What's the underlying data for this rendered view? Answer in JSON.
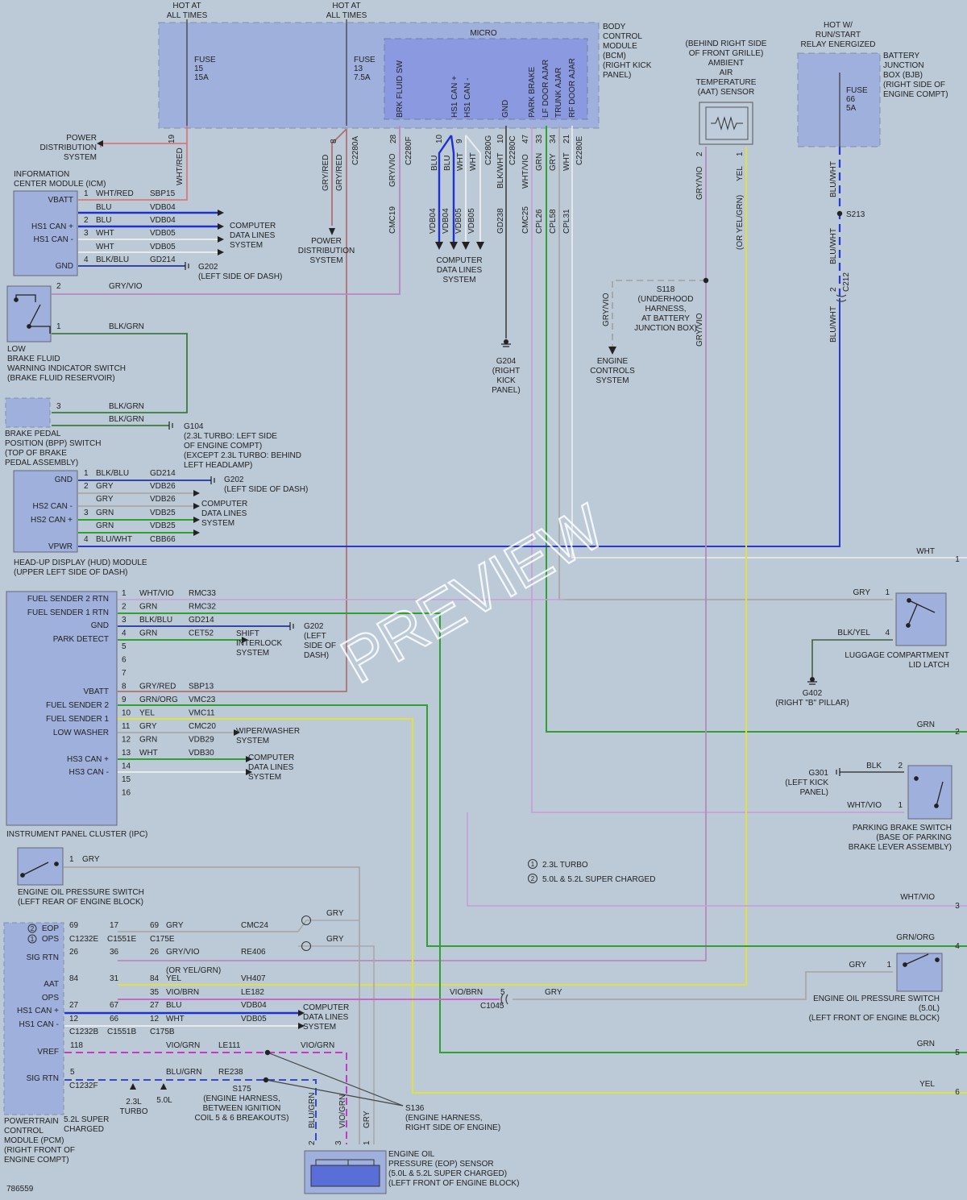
{
  "diagram": {
    "doc_number": "786559",
    "watermark": "PREVIEW",
    "top": {
      "hot_fuse15": [
        "HOT AT",
        "ALL TIMES"
      ],
      "hot_fuse13": [
        "HOT AT",
        "ALL TIMES"
      ],
      "hot_run": [
        "HOT W/",
        "RUN/START",
        "RELAY ENERGIZED"
      ]
    },
    "bcm": {
      "label": [
        "BODY",
        "CONTROL",
        "MODULE",
        "(BCM)",
        "(RIGHT KICK",
        "PANEL)"
      ],
      "micro": "MICRO",
      "fuse15": [
        "FUSE",
        "15",
        "15A"
      ],
      "fuse13": [
        "FUSE",
        "13",
        "7.5A"
      ],
      "pin_labels": [
        "BRK FLUID SW",
        "HS1 CAN +",
        "HS1 CAN -",
        "GND",
        "PARK BRAKE",
        "LF DOOR AJAR",
        "TRUNK AJAR",
        "RF DOOR AJAR"
      ],
      "pin_numbers": [
        "19",
        "8",
        "28",
        "10",
        "9",
        "10",
        "47",
        "33",
        "34",
        "21"
      ],
      "connectors": [
        "C2280A",
        "C2280F",
        "C2280G",
        "C2280C",
        "C2280E"
      ],
      "wires": [
        "WHT/RED",
        "GRY/RED",
        "GRY/RED",
        "GRY/VIO",
        "BLU",
        "BLU",
        "WHT",
        "WHT",
        "BLK/WHT",
        "WHT/VIO",
        "GRN",
        "GRY",
        "WHT"
      ],
      "circuits": [
        "CMC19",
        "VDB04",
        "VDB04",
        "VDB05",
        "VDB05",
        "GD238",
        "CMC25",
        "CPL26",
        "CPL58",
        "CPL31"
      ]
    },
    "bjb": {
      "label": [
        "BATTERY",
        "JUNCTION",
        "BOX (BJB)",
        "(RIGHT SIDE OF",
        "ENGINE COMPT)"
      ],
      "fuse": [
        "FUSE",
        "66",
        "5A"
      ],
      "wire": "BLU/WHT",
      "splice": "S213",
      "pin": "2",
      "conn": "C212"
    },
    "aat": {
      "label": [
        "(BEHIND RIGHT SIDE",
        "OF FRONT GRILLE)",
        "AMBIENT",
        "AIR",
        "TEMPERATURE",
        "(AAT) SENSOR"
      ],
      "wire_gryvio": "GRY/VIO",
      "wire_yel": "YEL",
      "wire_alt": "(OR YEL/GRN)",
      "pins": [
        "2",
        "1"
      ]
    },
    "s118": {
      "label": [
        "S118",
        "(UNDERHOOD",
        "HARNESS,",
        "AT BATTERY",
        "JUNCTION BOX)"
      ],
      "wire_left": "GRY/VIO",
      "wire_down": "GRY/VIO"
    },
    "engine_controls": [
      "ENGINE",
      "CONTROLS",
      "SYSTEM"
    ],
    "g204": [
      "G204",
      "(RIGHT",
      "KICK",
      "PANEL)"
    ],
    "pwr_dist_1": [
      "POWER",
      "DISTRIBUTION",
      "SYSTEM"
    ],
    "pwr_dist_2": [
      "POWER",
      "DISTRIBUTION",
      "SYSTEM"
    ],
    "cdl_bcm": [
      "COMPUTER",
      "DATA LINES",
      "SYSTEM"
    ],
    "icm": {
      "label": [
        "INFORMATION",
        "CENTER MODULE (ICM)"
      ],
      "pins": [
        "VBATT",
        "HS1 CAN +",
        "HS1 CAN -",
        "GND"
      ],
      "rows": [
        {
          "n": "1",
          "w": "WHT/RED",
          "c": "SBP15"
        },
        {
          "n": "",
          "w": "BLU",
          "c": "VDB04"
        },
        {
          "n": "2",
          "w": "BLU",
          "c": "VDB04"
        },
        {
          "n": "3",
          "w": "WHT",
          "c": "VDB05"
        },
        {
          "n": "",
          "w": "WHT",
          "c": "VDB05"
        },
        {
          "n": "4",
          "w": "BLK/BLU",
          "c": "GD214"
        }
      ],
      "cdl": [
        "COMPUTER",
        "DATA LINES",
        "SYSTEM"
      ],
      "gnd": [
        "G202",
        "(LEFT SIDE OF DASH)"
      ]
    },
    "lbf": {
      "label": [
        "LOW",
        "BRAKE FLUID",
        "WARNING INDICATOR SWITCH",
        "(BRAKE FLUID RESERVOIR)"
      ],
      "pins": [
        "2",
        "1"
      ],
      "wires": [
        "GRY/VIO",
        "BLK/GRN"
      ]
    },
    "bpp": {
      "label": [
        "BRAKE PEDAL",
        "POSITION (BPP) SWITCH",
        "(TOP OF BRAKE",
        "PEDAL ASSEMBLY)"
      ],
      "pin": "3",
      "wires": [
        "BLK/GRN",
        "BLK/GRN"
      ],
      "gnd": [
        "G104",
        "(2.3L TURBO: LEFT SIDE",
        "OF ENGINE COMPT)",
        "(EXCEPT 2.3L TURBO: BEHIND",
        "LEFT HEADLAMP)"
      ]
    },
    "hud": {
      "label": [
        "HEAD-UP DISPLAY (HUD) MODULE",
        "(UPPER LEFT SIDE OF DASH)"
      ],
      "pins": [
        "GND",
        "HS2 CAN -",
        "HS2 CAN +",
        "VPWR"
      ],
      "rows": [
        {
          "n": "1",
          "w": "BLK/BLU",
          "c": "GD214"
        },
        {
          "n": "2",
          "w": "GRY",
          "c": "VDB26"
        },
        {
          "n": "",
          "w": "GRY",
          "c": "VDB26"
        },
        {
          "n": "3",
          "w": "GRN",
          "c": "VDB25"
        },
        {
          "n": "",
          "w": "GRN",
          "c": "VDB25"
        },
        {
          "n": "4",
          "w": "BLU/WHT",
          "c": "CBB66"
        }
      ],
      "gnd": [
        "G202",
        "(LEFT SIDE OF DASH)"
      ],
      "cdl": [
        "COMPUTER",
        "DATA LINES",
        "SYSTEM"
      ]
    },
    "ipc": {
      "label": "INSTRUMENT PANEL CLUSTER (IPC)",
      "pin_names": [
        "FUEL SENDER 2 RTN",
        "FUEL SENDER 1 RTN",
        "GND",
        "PARK DETECT",
        "VBATT",
        "FUEL SENDER 2",
        "FUEL SENDER 1",
        "LOW WASHER",
        "HS3 CAN +",
        "HS3 CAN -"
      ],
      "rows": [
        {
          "n": "1",
          "w": "WHT/VIO",
          "c": "RMC33"
        },
        {
          "n": "2",
          "w": "GRN",
          "c": "RMC32"
        },
        {
          "n": "3",
          "w": "BLK/BLU",
          "c": "GD214"
        },
        {
          "n": "4",
          "w": "GRN",
          "c": "CET52"
        },
        {
          "n": "5",
          "w": "",
          "c": ""
        },
        {
          "n": "6",
          "w": "",
          "c": ""
        },
        {
          "n": "7",
          "w": "",
          "c": ""
        },
        {
          "n": "8",
          "w": "GRY/RED",
          "c": "SBP13"
        },
        {
          "n": "9",
          "w": "GRN/ORG",
          "c": "VMC23"
        },
        {
          "n": "10",
          "w": "YEL",
          "c": "VMC11"
        },
        {
          "n": "11",
          "w": "GRY",
          "c": "CMC20"
        },
        {
          "n": "12",
          "w": "GRN",
          "c": "VDB29"
        },
        {
          "n": "13",
          "w": "WHT",
          "c": "VDB30"
        },
        {
          "n": "14",
          "w": "",
          "c": ""
        },
        {
          "n": "15",
          "w": "",
          "c": ""
        },
        {
          "n": "16",
          "w": "",
          "c": ""
        }
      ],
      "shift": [
        "SHIFT",
        "INTERLOCK",
        "SYSTEM"
      ],
      "gnd": [
        "G202",
        "(LEFT",
        "SIDE OF",
        "DASH)"
      ],
      "wiper": [
        "WIPER/WASHER",
        "SYSTEM"
      ],
      "cdl": [
        "COMPUTER",
        "DATA LINES",
        "SYSTEM"
      ]
    },
    "luggage": {
      "label": [
        "LUGGAGE COMPARTMENT",
        "LID LATCH"
      ],
      "wires": [
        "GRY",
        "BLK/YEL"
      ],
      "pins": [
        "1",
        "4"
      ],
      "gnd": [
        "G402",
        "(RIGHT \"B\" PILLAR)"
      ]
    },
    "parking": {
      "label": [
        "PARKING BRAKE SWITCH",
        "(BASE OF PARKING",
        "BRAKE LEVER ASSEMBLY)"
      ],
      "wires": [
        "BLK",
        "WHT/VIO"
      ],
      "pins": [
        "2",
        "1"
      ],
      "gnd": [
        "G301",
        "(LEFT KICK",
        "PANEL)"
      ]
    },
    "eops_rear": {
      "label": [
        "ENGINE OIL PRESSURE SWITCH",
        "(LEFT REAR OF ENGINE BLOCK)"
      ],
      "pin": "1",
      "wire": "GRY"
    },
    "legend": [
      {
        "n": "1",
        "t": "2.3L TURBO"
      },
      {
        "n": "2",
        "t": "5.0L & 5.2L SUPER CHARGED"
      }
    ],
    "offpage": [
      {
        "n": "1",
        "w": "WHT"
      },
      {
        "n": "2",
        "w": "GRN"
      },
      {
        "n": "3",
        "w": "WHT/VIO"
      },
      {
        "n": "4",
        "w": "GRN/ORG"
      },
      {
        "n": "5",
        "w": "GRN"
      },
      {
        "n": "6",
        "w": "YEL"
      }
    ],
    "pcm": {
      "label": [
        "POWERTRAIN",
        "CONTROL",
        "MODULE (PCM)",
        "(RIGHT FRONT OF",
        "ENGINE COMPT)"
      ],
      "pin_names": [
        "EOP",
        "OPS",
        "SIG RTN",
        "AAT",
        "OPS",
        "HS1 CAN +",
        "HS1 CAN -",
        "VREF",
        "SIG RTN"
      ],
      "conn_row": [
        "C1232E",
        "C1551E",
        "C175E"
      ],
      "conn_row2": [
        "C1232B",
        "C1551B",
        "C175B"
      ],
      "conn_f": "C1232F",
      "rows": [
        {
          "a": "69",
          "b": "17",
          "c": "69",
          "w": "GRY",
          "ckt": "CMC24"
        },
        {
          "a": "26",
          "b": "36",
          "c": "26",
          "w": "GRY/VIO",
          "ckt": "RE406"
        },
        {
          "a": "84",
          "b": "31",
          "c": "84",
          "w": "YEL",
          "ckt": "VH407"
        },
        {
          "a": "",
          "b": "",
          "c": "35",
          "w": "VIO/BRN",
          "ckt": "LE182"
        },
        {
          "a": "27",
          "b": "67",
          "c": "27",
          "w": "BLU",
          "ckt": "VDB04"
        },
        {
          "a": "12",
          "b": "66",
          "c": "12",
          "w": "WHT",
          "ckt": "VDB05"
        }
      ],
      "alt_wire": "(OR YEL/GRN)",
      "cdl": [
        "COMPUTER",
        "DATA LINES",
        "SYSTEM"
      ],
      "vref": {
        "n": "118",
        "w": "VIO/GRN",
        "c": "LE111",
        "w2": "VIO/GRN"
      },
      "sigrtn": {
        "n": "5",
        "w": "BLU/GRN",
        "c": "RE238"
      },
      "turbo": [
        "2.3L",
        "TURBO"
      ],
      "five": "5.0L",
      "supercharged": [
        "5.2L SUPER",
        "CHARGED"
      ]
    },
    "gry_branch": [
      "GRY",
      "GRY"
    ],
    "c1045": {
      "conn": "C1045",
      "pin": "5",
      "w1": "VIO/BRN",
      "w2": "GRY"
    },
    "eops_front": {
      "label": [
        "ENGINE OIL PRESSURE SWITCH",
        "(5.0L)",
        "(LEFT FRONT OF ENGINE BLOCK)"
      ],
      "pin": "1",
      "wire": "GRY"
    },
    "s175": [
      "S175",
      "(ENGINE HARNESS,",
      "BETWEEN IGNITION",
      "COIL 5 & 6 BREAKOUTS)"
    ],
    "s136": [
      "S136",
      "(ENGINE HARNESS,",
      "RIGHT SIDE OF ENGINE)"
    ],
    "eop_sensor": {
      "label": [
        "ENGINE OIL",
        "PRESSURE (EOP) SENSOR",
        "(5.0L & 5.2L SUPER CHARGED)",
        "(LEFT FRONT OF ENGINE BLOCK)"
      ],
      "wires": [
        "BLU/GRN",
        "VIO/GRN",
        "GRY"
      ],
      "pins": [
        "2",
        "3",
        "1"
      ]
    }
  }
}
